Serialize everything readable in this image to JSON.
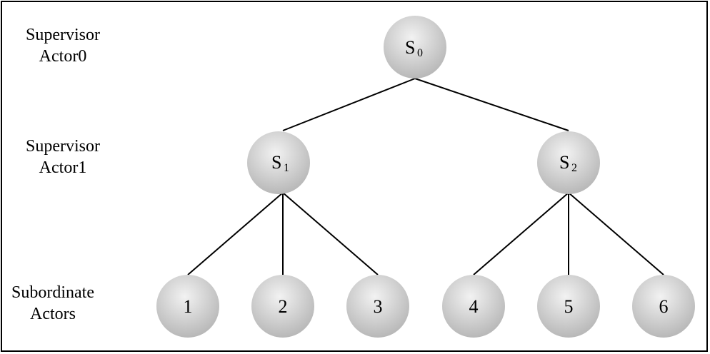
{
  "labels": {
    "level0": [
      "Supervisor",
      "Actor0"
    ],
    "level1": [
      "Supervisor",
      "Actor1"
    ],
    "level2": [
      "Subordinate",
      "Actors"
    ]
  },
  "nodes": {
    "s0": {
      "main": "S",
      "sub": "0"
    },
    "s1": {
      "main": "S",
      "sub": "1"
    },
    "s2": {
      "main": "S",
      "sub": "2"
    },
    "a1": "1",
    "a2": "2",
    "a3": "3",
    "a4": "4",
    "a5": "5",
    "a6": "6"
  },
  "colors": {
    "node_fill_light": "#f2f2f2",
    "node_fill_dark": "#b8b8b8",
    "edge": "#000000",
    "border": "#000000"
  }
}
